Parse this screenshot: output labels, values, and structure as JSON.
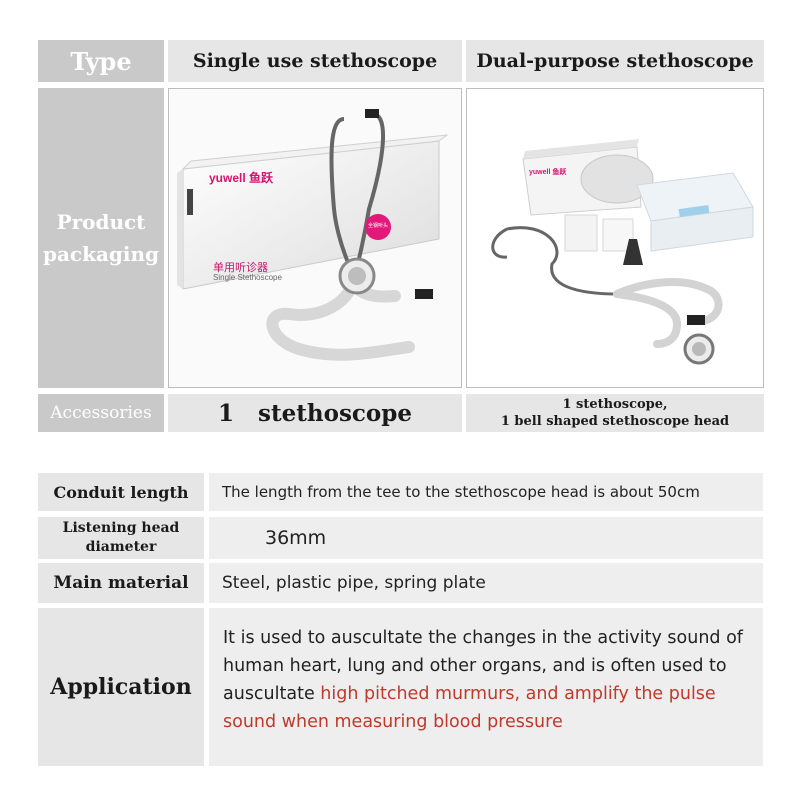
{
  "table1": {
    "header": {
      "type_label": "Type",
      "col1": "Single use stethoscope",
      "col2": "Dual-purpose stethoscope"
    },
    "packaging_label_line1": "Product",
    "packaging_label_line2": "packaging",
    "accessories_label": "Accessories",
    "accessories_col1": "1   stethoscope",
    "accessories_col2_line1": "1 stethoscope,",
    "accessories_col2_line2": "1 bell shaped stethoscope head"
  },
  "box_print": {
    "brand": "yuwell 鱼跃",
    "product_cn": "单用听诊器",
    "product_en": "Single Stethoscope",
    "badge": "全钢听头",
    "brand2": "yuwell 鱼跃"
  },
  "table2": {
    "rows": [
      {
        "label": "Conduit length",
        "value": "The length from the tee to the stethoscope head is about 50cm"
      },
      {
        "label_line1": "Listening head",
        "label_line2": "diameter",
        "value": "36mm"
      },
      {
        "label": "Main material",
        "value": "Steel, plastic pipe, spring plate"
      }
    ],
    "application": {
      "label": "Application",
      "text_plain": "It is used to auscultate the changes in the activity sound of human heart, lung and other organs, and is often used to auscultate ",
      "text_highlight": "high pitched murmurs, and amplify the pulse sound when measuring blood pressure"
    }
  },
  "colors": {
    "dark_cell": "#c9c9c9",
    "light_cell": "#e6e6e6",
    "highlight": "#c0392b"
  }
}
